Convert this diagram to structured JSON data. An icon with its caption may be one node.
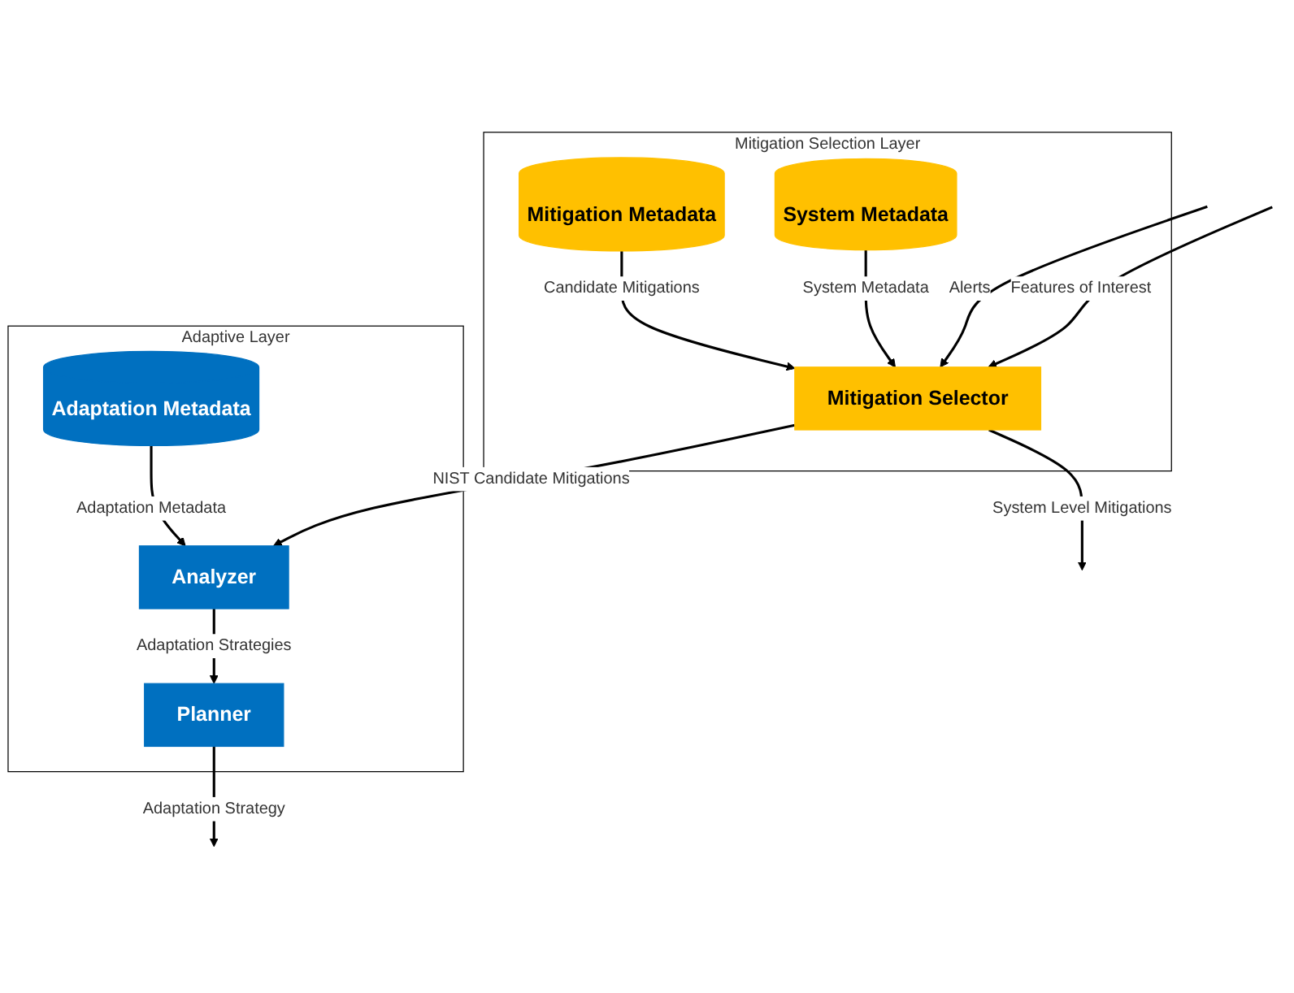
{
  "diagram": {
    "nodes": [
      {
        "text": [
          "Adaptive Layer"
        ]
      },
      {
        "text": [
          "Adaptation Metadata"
        ],
        "in": 0
      },
      {
        "text": [
          "Analyzer"
        ],
        "in": 0
      },
      {
        "text": [
          "Planner"
        ],
        "in": 0
      },
      {
        "text": [
          "Mitigation Selection Layer"
        ]
      },
      {
        "text": [
          "Mitigation Metadata"
        ],
        "in": 4
      },
      {
        "text": [
          "System Metadata"
        ],
        "in": 4
      },
      {
        "text": [
          "Mitigation Selector"
        ],
        "in": 4
      }
    ],
    "edges": [
      {
        "from": 1,
        "to": 2,
        "arrow": "to",
        "label": "Adaptation Metadata"
      },
      {
        "from": 2,
        "to": 3,
        "arrow": "to",
        "label": "Adaptation Strategies"
      },
      {
        "from": 7,
        "to": 2,
        "arrow": "to",
        "label": "NIST Candidate Mitigations"
      },
      {
        "from": 5,
        "to": 7,
        "arrow": "to",
        "label": "Candidate Mitigations"
      },
      {
        "from": 6,
        "to": 7,
        "arrow": "to",
        "label": "System Metadata"
      },
      {
        "from": 3,
        "to": null,
        "arrow": "to",
        "label": "Adaptation Strategy"
      },
      {
        "from": 7,
        "to": null,
        "arrow": "to",
        "label": "System Level Mitigations"
      },
      {
        "from": null,
        "to": 7,
        "arrow": "to",
        "label": "Alerts"
      },
      {
        "from": null,
        "to": 7,
        "arrow": "to",
        "label": "Features of Interest"
      }
    ]
  }
}
